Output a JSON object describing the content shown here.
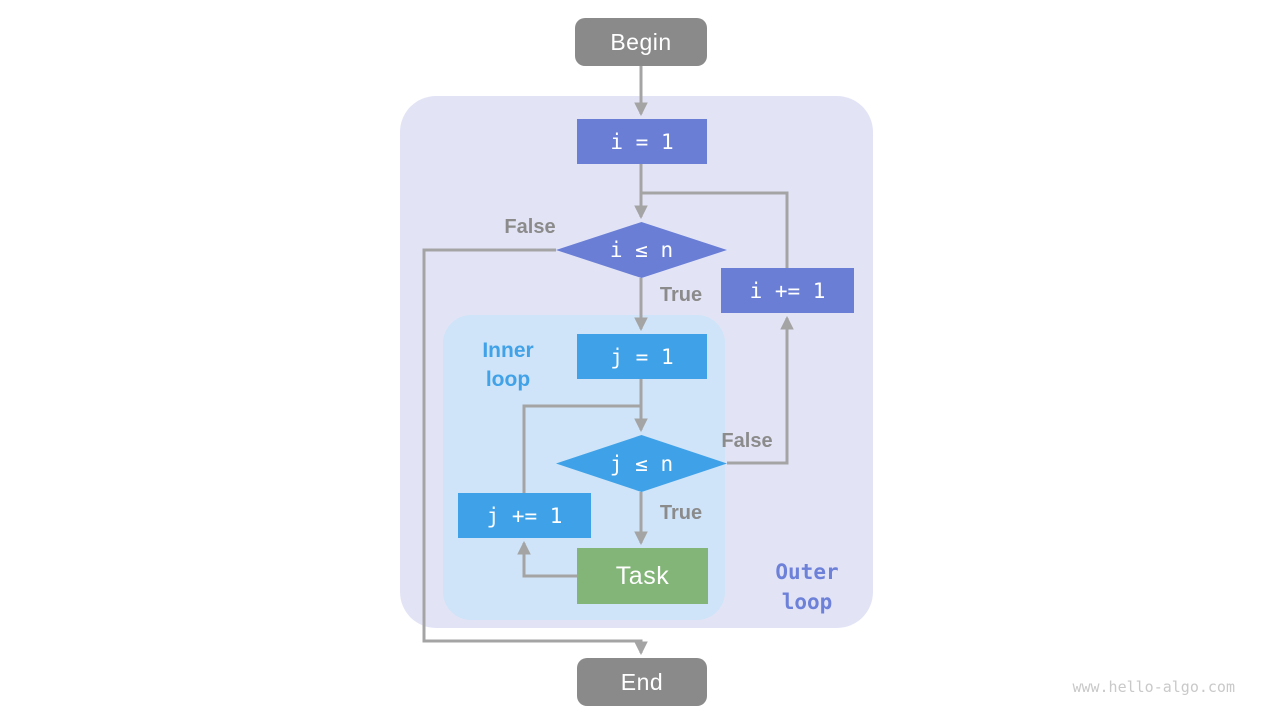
{
  "nodes": {
    "begin": {
      "label": "Begin"
    },
    "init_i": {
      "label": "i = 1"
    },
    "cond_i": {
      "label": "i ≤ n"
    },
    "inc_i": {
      "label": "i += 1"
    },
    "init_j": {
      "label": "j = 1"
    },
    "cond_j": {
      "label": "j ≤ n"
    },
    "inc_j": {
      "label": "j += 1"
    },
    "task": {
      "label": "Task"
    },
    "end": {
      "label": "End"
    }
  },
  "edge_labels": {
    "cond_i_false": "False",
    "cond_i_true": "True",
    "cond_j_false": "False",
    "cond_j_true": "True"
  },
  "regions": {
    "outer": {
      "line1": "Outer",
      "line2": "loop"
    },
    "inner": {
      "line1": "Inner",
      "line2": "loop"
    }
  },
  "watermark": "www.hello-algo.com",
  "colors": {
    "outer_region_bg": "#e2e4f6",
    "inner_region_bg": "#cfe4f8",
    "purple_node": "#6a7ed6",
    "blue_node": "#3fa2e8",
    "green_node": "#82b577",
    "gray_node": "#8a8a8a",
    "connector": "#a4a4a4",
    "edge_label_text": "#8b8b8b",
    "inner_label_text": "#41a2e8",
    "outer_label_text": "#6e81d9"
  }
}
